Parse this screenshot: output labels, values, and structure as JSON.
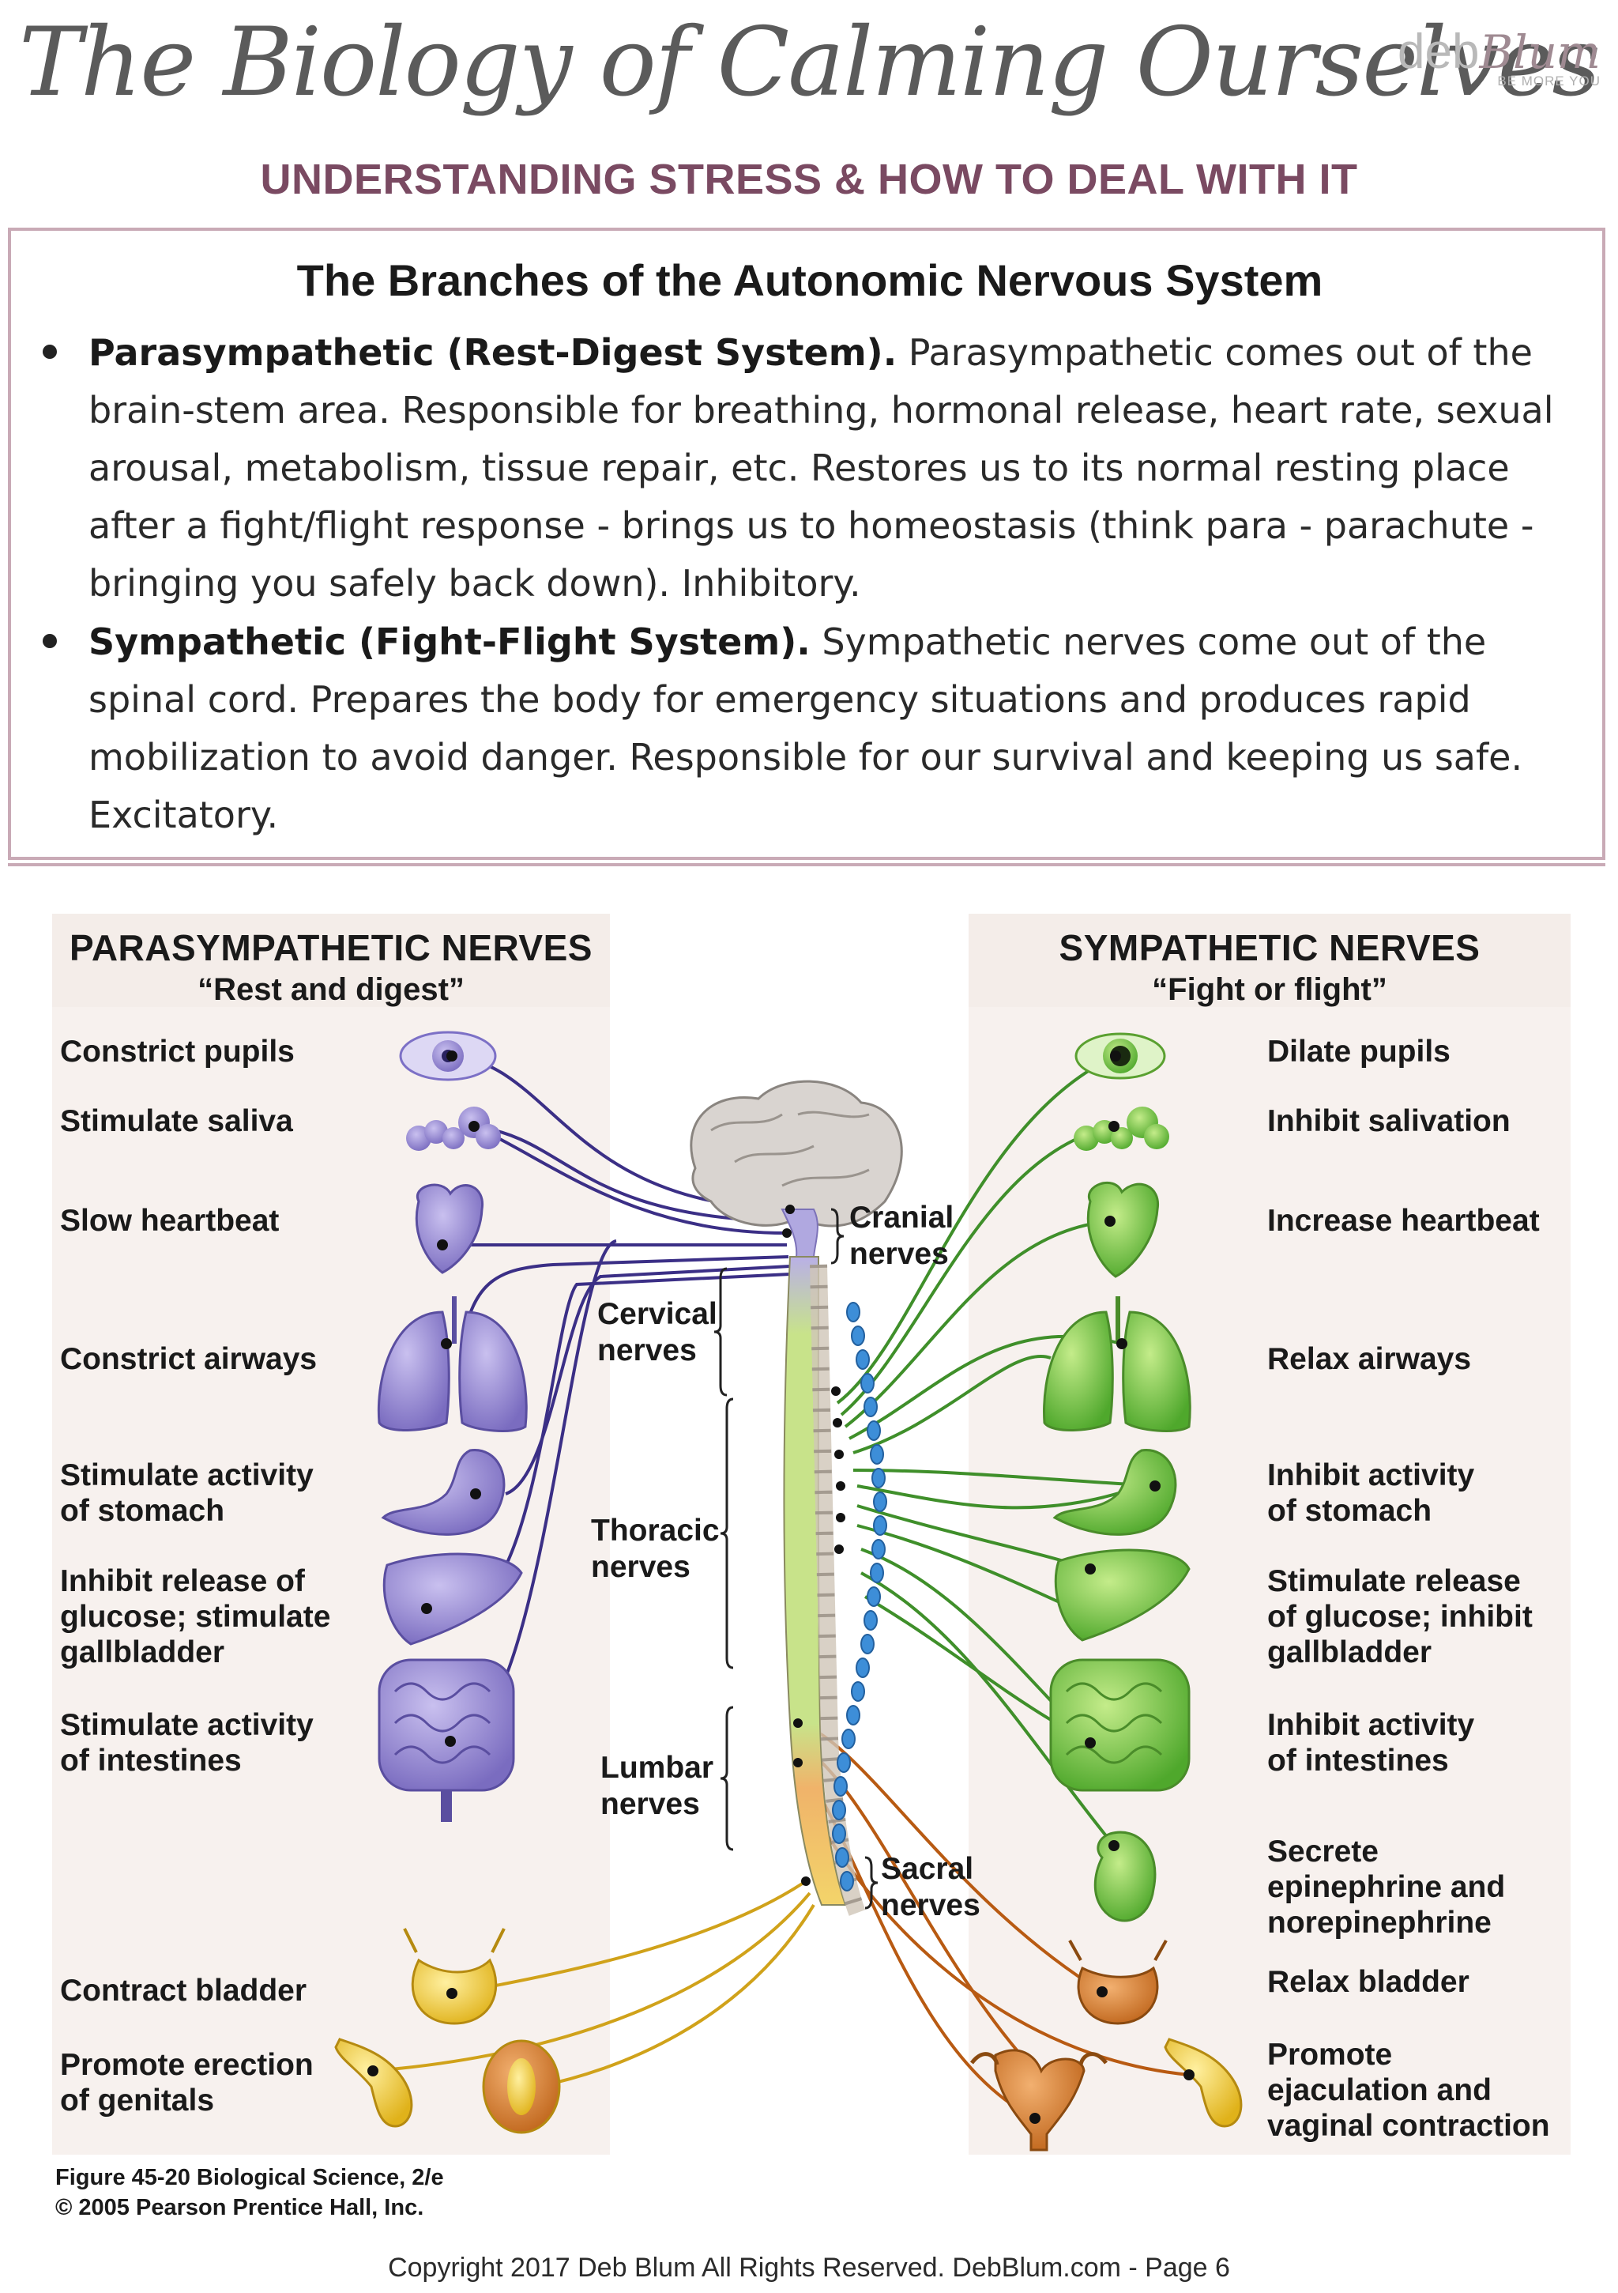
{
  "header": {
    "title": "The Biology of Calming Ourselves",
    "logo_deb": "deb",
    "logo_blum": "Blum",
    "logo_tagline": "BE MORE YOU",
    "subtitle": "UNDERSTANDING STRESS & HOW TO DEAL WITH IT"
  },
  "info": {
    "heading": "The Branches of the Autonomic Nervous System",
    "bullets": [
      {
        "term": "Parasympathetic (Rest-Digest System).",
        "text": " Parasympathetic comes out of the brain-stem area. Responsible for breathing, hormonal release, heart rate, sexual arousal, metabolism, tissue repair, etc. Restores us to its normal resting place after a fight/flight response - brings us to  homeostasis (think para - parachute - bringing you safely back down). Inhibitory."
      },
      {
        "term": "Sympathetic (Fight-Flight System).",
        "text": " Sympathetic nerves come out of the spinal cord. Prepares the body for emergency situations and produces rapid mobilization to avoid danger. Responsible for our survival and keeping us safe. Excitatory."
      }
    ]
  },
  "diagram": {
    "parasympathetic": {
      "title": "PARASYMPATHETIC NERVES",
      "subtitle": "“Rest and digest”",
      "labels": [
        [
          "Constrict pupils"
        ],
        [
          "Stimulate saliva"
        ],
        [
          "Slow heartbeat"
        ],
        [
          "Constrict airways"
        ],
        [
          "Stimulate activity",
          "of stomach"
        ],
        [
          "Inhibit release of",
          "glucose; stimulate",
          "gallbladder"
        ],
        [
          "Stimulate activity",
          "of intestines"
        ],
        [
          "Contract bladder"
        ],
        [
          "Promote erection",
          "of genitals"
        ]
      ]
    },
    "sympathetic": {
      "title": "SYMPATHETIC NERVES",
      "subtitle": "“Fight or flight”",
      "labels": [
        [
          "Dilate pupils"
        ],
        [
          "Inhibit salivation"
        ],
        [
          "Increase heartbeat"
        ],
        [
          "Relax airways"
        ],
        [
          "Inhibit activity",
          "of stomach"
        ],
        [
          "Stimulate release",
          "of glucose; inhibit",
          "gallbladder"
        ],
        [
          "Inhibit activity",
          "of intestines"
        ],
        [
          "Secrete",
          "epinephrine and",
          "norepinephrine"
        ],
        [
          "Relax bladder"
        ],
        [
          "Promote",
          "ejaculation and",
          "vaginal contraction"
        ]
      ]
    },
    "center_labels": {
      "cranial": [
        "Cranial",
        "nerves"
      ],
      "cervical": [
        "Cervical",
        "nerves"
      ],
      "thoracic": [
        "Thoracic",
        "nerves"
      ],
      "lumbar": [
        "Lumbar",
        "nerves"
      ],
      "sacral": [
        "Sacral",
        "nerves"
      ]
    },
    "colors": {
      "parasympathetic_nerve": "#3b2f86",
      "sympathetic_nerve": "#3f8f2a",
      "sacral_nerve": "#d0a21a",
      "lumbar_nerve": "#b85a12",
      "para_organ": "#8f82cf",
      "symp_organ": "#7cc64a",
      "panel_bg": "#f7f1ee"
    }
  },
  "caption": {
    "line1": "Figure 45-20  Biological Science, 2/e",
    "line2": "© 2005 Pearson Prentice Hall, Inc."
  },
  "footer": "Copyright 2017 Deb Blum All Rights Reserved. DebBlum.com - Page 6"
}
